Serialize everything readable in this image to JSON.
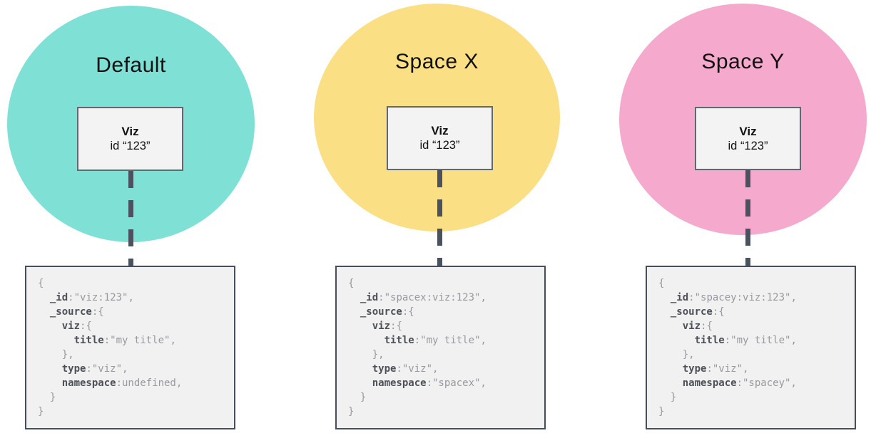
{
  "diagram": {
    "description": "Saved object namespaces diagram",
    "colors": {
      "default_circle": "#7fe0d6",
      "spacex_circle": "#fbdf85",
      "spacey_circle": "#f5a9cc",
      "connector_slate": "#49525e",
      "code_box_bg": "#f1f1f1",
      "code_box_border": "#454e5a",
      "code_key": "#4d5157",
      "code_plain": "#97999e",
      "card_bg": "#f3f3f3",
      "card_border": "#62686f"
    }
  },
  "panels": [
    {
      "id": "default",
      "title": "Default",
      "circle_color": "#7fe0d6",
      "card": {
        "title": "Viz",
        "subtitle": "id “123”"
      },
      "code": {
        "lines": [
          [
            [
              "p",
              "{"
            ]
          ],
          [
            [
              "p",
              "  "
            ],
            [
              "k",
              "_id"
            ],
            [
              "p",
              ":\"viz:123\","
            ]
          ],
          [
            [
              "p",
              "  "
            ],
            [
              "k",
              "_source"
            ],
            [
              "p",
              ":{"
            ]
          ],
          [
            [
              "p",
              "    "
            ],
            [
              "k",
              "viz"
            ],
            [
              "p",
              ":{"
            ]
          ],
          [
            [
              "p",
              "      "
            ],
            [
              "k",
              "title"
            ],
            [
              "p",
              ":\"my title\","
            ]
          ],
          [
            [
              "p",
              "    },"
            ]
          ],
          [
            [
              "p",
              "    "
            ],
            [
              "k",
              "type"
            ],
            [
              "p",
              ":\"viz\","
            ]
          ],
          [
            [
              "p",
              "    "
            ],
            [
              "k",
              "namespace"
            ],
            [
              "p",
              ":undefined,"
            ]
          ],
          [
            [
              "p",
              "  }"
            ]
          ],
          [
            [
              "p",
              "}"
            ]
          ]
        ]
      }
    },
    {
      "id": "space-x",
      "title": "Space X",
      "circle_color": "#fbdf85",
      "card": {
        "title": "Viz",
        "subtitle": "id “123”"
      },
      "code": {
        "lines": [
          [
            [
              "p",
              "{"
            ]
          ],
          [
            [
              "p",
              "  "
            ],
            [
              "k",
              "_id"
            ],
            [
              "p",
              ":\"spacex:viz:123\","
            ]
          ],
          [
            [
              "p",
              "  "
            ],
            [
              "k",
              "_source"
            ],
            [
              "p",
              ":{"
            ]
          ],
          [
            [
              "p",
              "    "
            ],
            [
              "k",
              "viz"
            ],
            [
              "p",
              ":{"
            ]
          ],
          [
            [
              "p",
              "      "
            ],
            [
              "k",
              "title"
            ],
            [
              "p",
              ":\"my title\","
            ]
          ],
          [
            [
              "p",
              "    },"
            ]
          ],
          [
            [
              "p",
              "    "
            ],
            [
              "k",
              "type"
            ],
            [
              "p",
              ":\"viz\","
            ]
          ],
          [
            [
              "p",
              "    "
            ],
            [
              "k",
              "namespace"
            ],
            [
              "p",
              ":\"spacex\","
            ]
          ],
          [
            [
              "p",
              "  }"
            ]
          ],
          [
            [
              "p",
              "}"
            ]
          ]
        ]
      }
    },
    {
      "id": "space-y",
      "title": "Space Y",
      "circle_color": "#f5a9cc",
      "card": {
        "title": "Viz",
        "subtitle": "id “123”"
      },
      "code": {
        "lines": [
          [
            [
              "p",
              "{"
            ]
          ],
          [
            [
              "p",
              "  "
            ],
            [
              "k",
              "_id"
            ],
            [
              "p",
              ":\"spacey:viz:123\","
            ]
          ],
          [
            [
              "p",
              "  "
            ],
            [
              "k",
              "_source"
            ],
            [
              "p",
              ":{"
            ]
          ],
          [
            [
              "p",
              "    "
            ],
            [
              "k",
              "viz"
            ],
            [
              "p",
              ":{"
            ]
          ],
          [
            [
              "p",
              "      "
            ],
            [
              "k",
              "title"
            ],
            [
              "p",
              ":\"my title\","
            ]
          ],
          [
            [
              "p",
              "    },"
            ]
          ],
          [
            [
              "p",
              "    "
            ],
            [
              "k",
              "type"
            ],
            [
              "p",
              ":\"viz\","
            ]
          ],
          [
            [
              "p",
              "    "
            ],
            [
              "k",
              "namespace"
            ],
            [
              "p",
              ":\"spacey\","
            ]
          ],
          [
            [
              "p",
              "  }"
            ]
          ],
          [
            [
              "p",
              "}"
            ]
          ]
        ]
      }
    }
  ]
}
